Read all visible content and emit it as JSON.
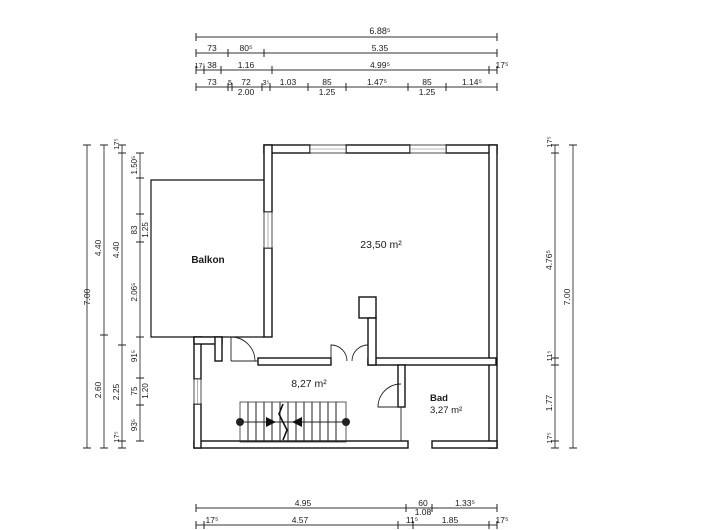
{
  "rooms": {
    "balkon": "Balkon",
    "main": "23,50 m²",
    "hall": "8,27 m²",
    "bad_name": "Bad",
    "bad_area": "3,27 m²"
  },
  "top_dims": {
    "row1": [
      "6.88⁵"
    ],
    "row2": [
      "73",
      "80⁵",
      "5.35"
    ],
    "row3": [
      "17⁵",
      "38",
      "1.16",
      "4.99⁵",
      "17⁵"
    ],
    "row4": [
      "73",
      "5",
      "72",
      "3⁵",
      "1.03",
      "85",
      "1.47⁵",
      "85",
      "1.14⁵"
    ],
    "row4_sub": [
      "2.00",
      "1.25",
      "1.25"
    ]
  },
  "bottom_dims": {
    "row1": [
      "4.95",
      "60",
      "1.33⁵"
    ],
    "row1_sub": [
      "1.08"
    ],
    "row2": [
      "17⁵",
      "4.57",
      "11⁵",
      "1.85",
      "17⁵"
    ]
  },
  "left_dims": {
    "outer": [
      "7.00"
    ],
    "mid": [
      "4.40",
      "2.60"
    ],
    "inner": [
      "17⁵",
      "4.40",
      "2.25",
      "17⁵"
    ],
    "innermost": [
      "1.50⁵",
      "83",
      "1.25",
      "2.06⁵",
      "91⁵",
      "75",
      "1.20",
      "93⁵"
    ]
  },
  "right_dims": {
    "outer": [
      "7.00"
    ],
    "inner": [
      "17⁵",
      "4.76⁵",
      "11⁵",
      "1.77",
      "17⁵"
    ]
  }
}
